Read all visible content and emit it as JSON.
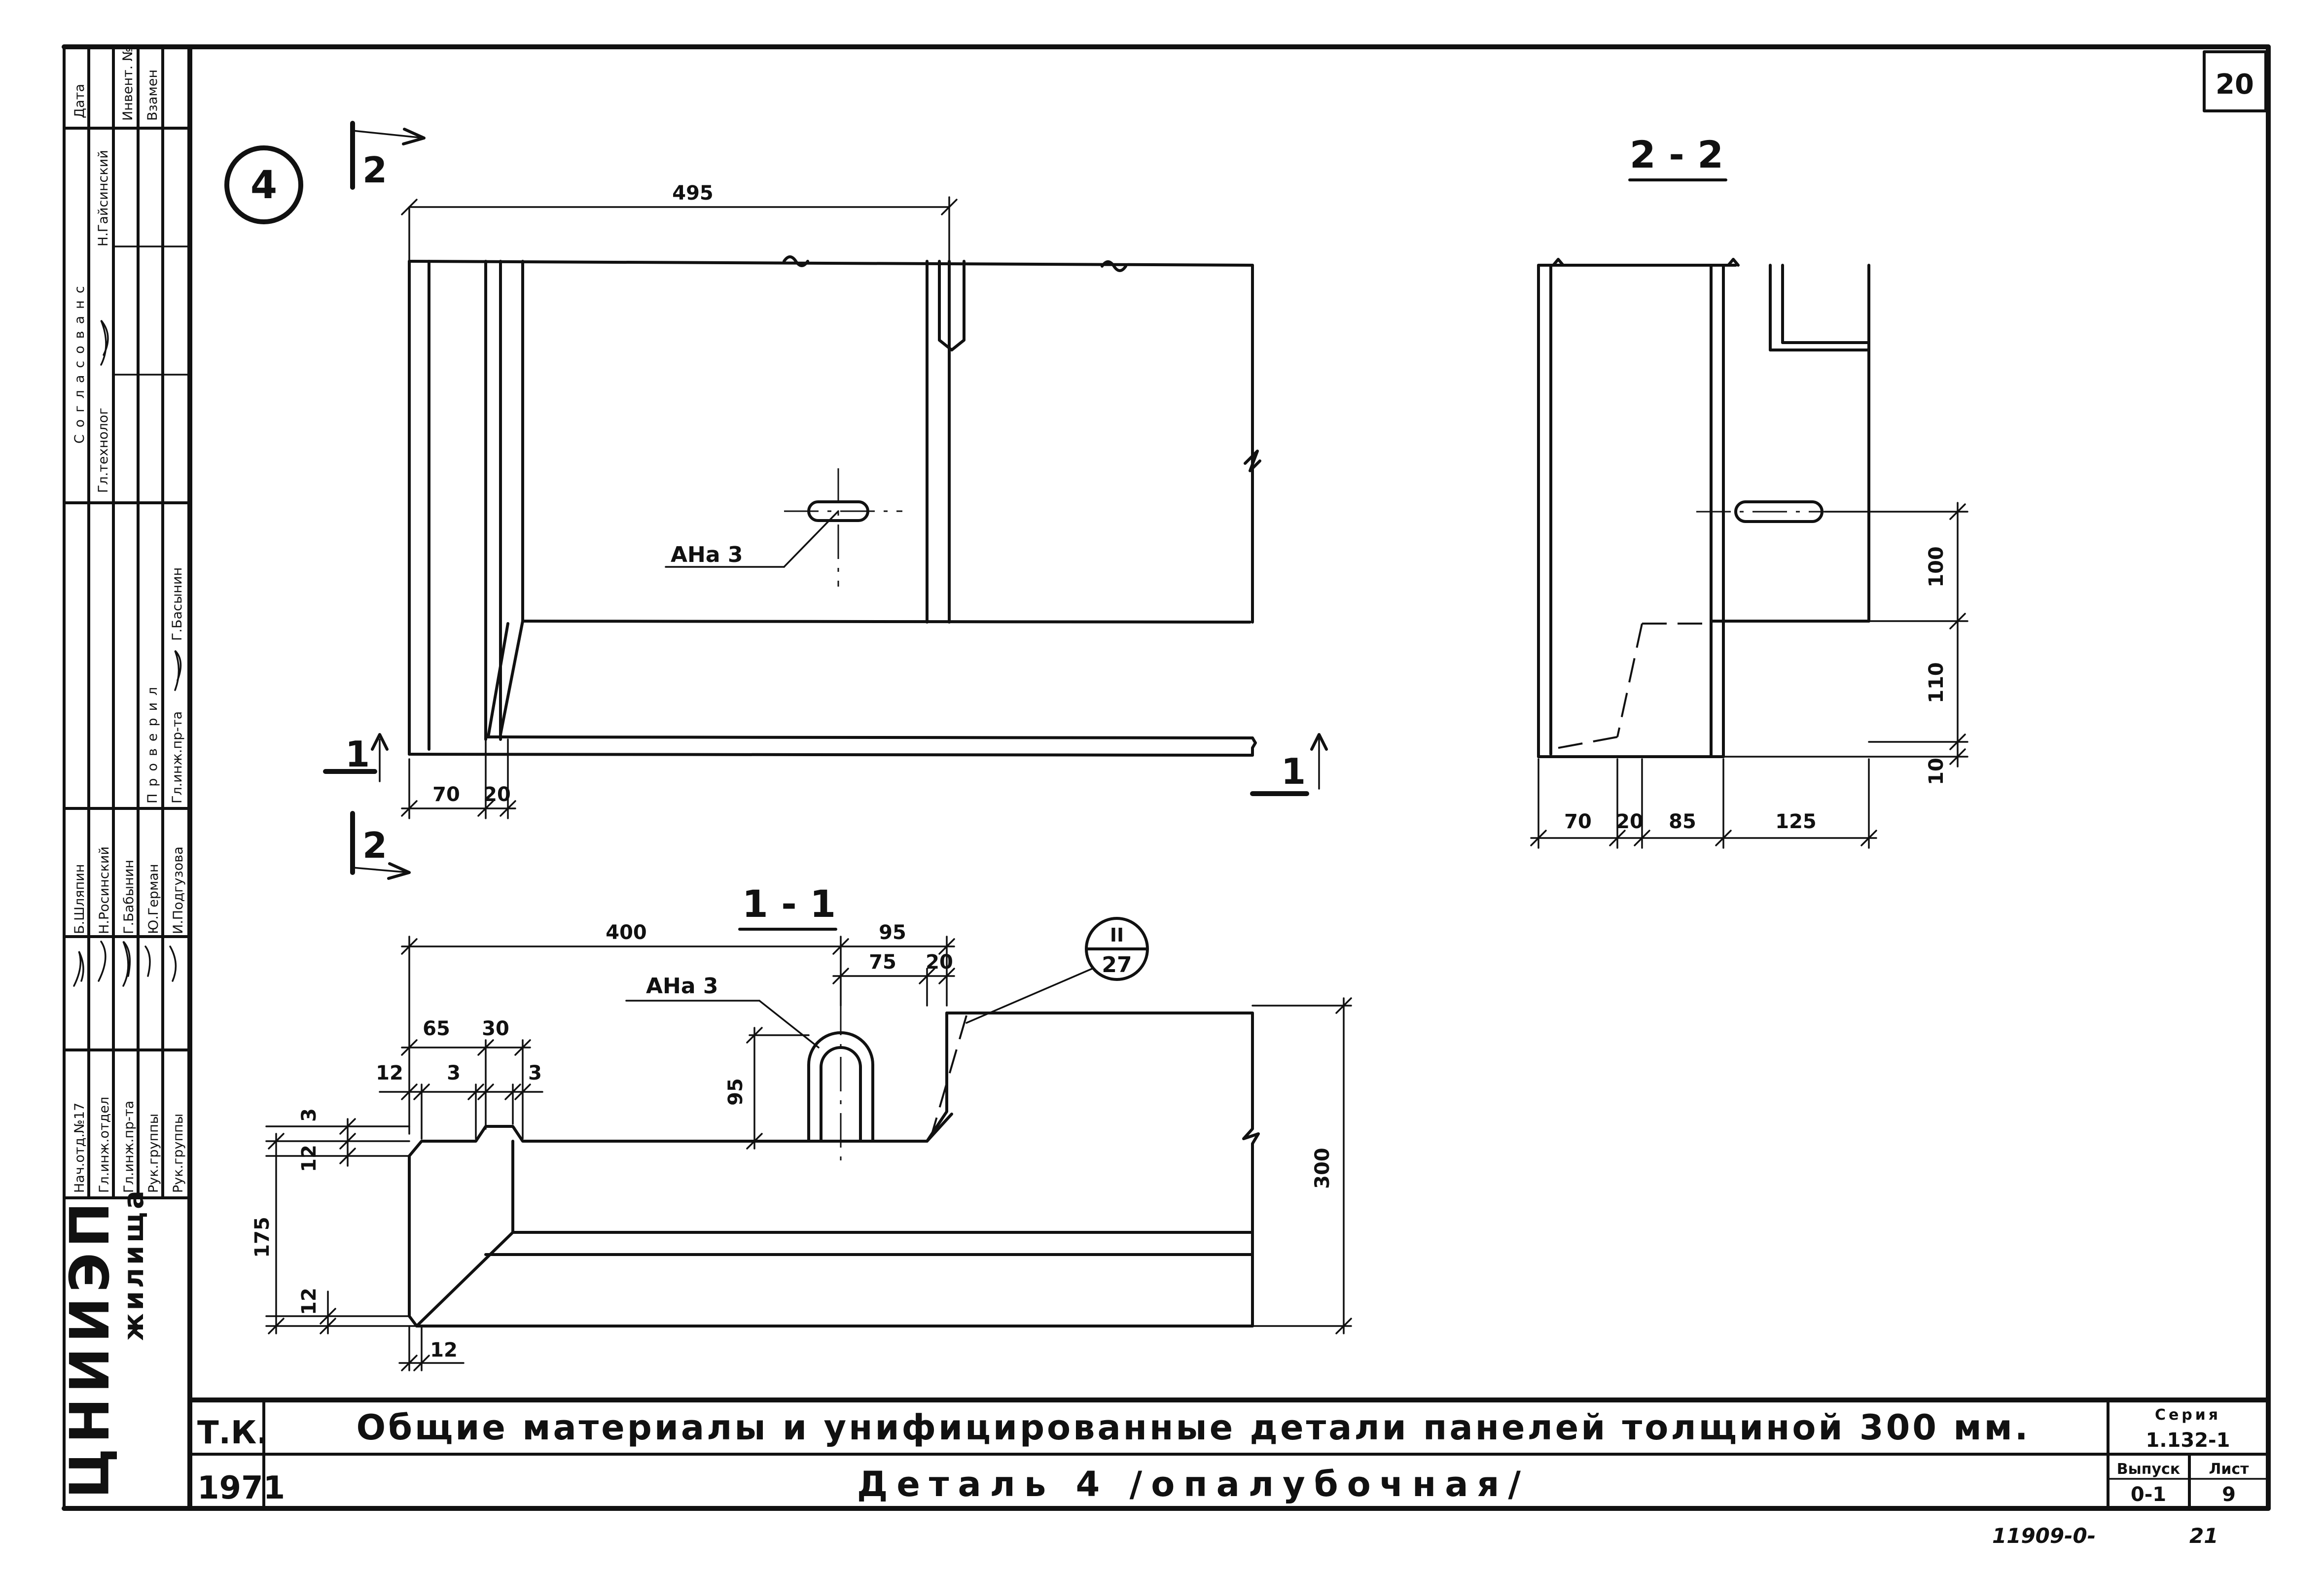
{
  "sheet": {
    "sheet_corner_number": "20",
    "detail_marker": "4",
    "footer_doc_number": "11909-0-",
    "footer_page": "21"
  },
  "title_block": {
    "tk_label": "Т.К.",
    "year": "1971",
    "main_title": "Общие материалы и унифицированные детали панелей толщиной 300 мм.",
    "detail_title": "Деталь 4 /опалубочная/",
    "series_label": "Серия",
    "series_value": "1.132-1",
    "issue_label": "Выпуск",
    "issue_value": "0-1",
    "sheet_label": "Лист",
    "sheet_value": "9",
    "organization": "ЦНИИЭП",
    "organization_sub": "жилища"
  },
  "approval_stamp": {
    "agreed_header": "Согласованс",
    "date_header": "Дата",
    "agreed_roles": [
      "Гл.технолог",
      "Н.Гайсинский",
      "Инвент. №",
      "Взамен"
    ],
    "checked_header": "Проверил",
    "checked_roles": [
      "Гл.инж.пр-та",
      "Г.Басынин"
    ],
    "staff_roles": [
      "Нач.отд.№17",
      "Гл.инж.отдел",
      "Гл.инж.пр-та",
      "Рук.группы",
      "Рук.группы"
    ],
    "staff_names": [
      "Б.Шляпин",
      "Н.Росинский",
      "Г.Бабынин",
      "Ю.Герман",
      "И.Подгузова"
    ]
  },
  "elevation_view": {
    "section_mark_top": "2",
    "section_mark_bottom": "2",
    "section_mark_left": "1",
    "section_mark_right": "1",
    "dim_overall": "495",
    "dim_a": "70",
    "dim_b": "20",
    "anchor_label": "АНа 3"
  },
  "section_2_2": {
    "title": "2 - 2",
    "dims_horizontal": [
      "70",
      "20",
      "85",
      "125"
    ],
    "dims_vertical": [
      "100",
      "110",
      "10"
    ]
  },
  "section_1_1": {
    "title": "1 - 1",
    "anchor_label": "АНа 3",
    "callout_top": "II",
    "callout_bottom": "27",
    "dim_400": "400",
    "dim_95_top": "95",
    "dim_75": "75",
    "dim_20": "20",
    "dim_65": "65",
    "dim_30": "30",
    "dim_12_a": "12",
    "dim_3_a": "3",
    "dim_3_b": "3",
    "dim_3_c": "3",
    "dim_12_b": "12",
    "dim_95_side": "95",
    "dim_175": "175",
    "dim_12_c": "12",
    "dim_12_d": "12",
    "dim_300": "300"
  }
}
